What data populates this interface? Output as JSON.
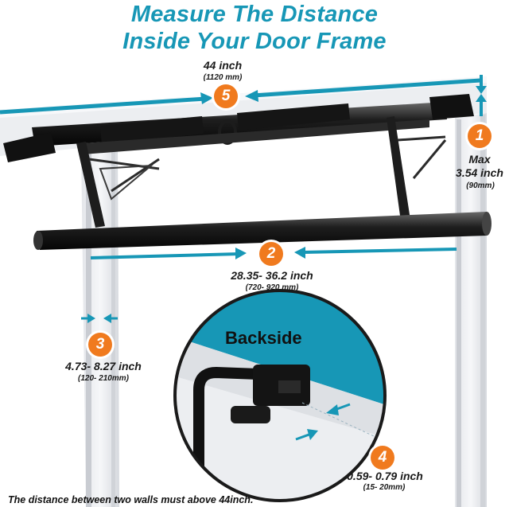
{
  "header": {
    "line1": "Measure The Distance",
    "line2": "Inside Your Door Frame"
  },
  "measurements": [
    {
      "number": "1",
      "line1": "Max",
      "line2": "3.54 inch",
      "metric": "(90mm)"
    },
    {
      "number": "2",
      "imperial": "28.35- 36.2 inch",
      "metric": "(720- 920 mm)"
    },
    {
      "number": "3",
      "imperial": "4.73- 8.27 inch",
      "metric": "(120- 210mm)"
    },
    {
      "number": "4",
      "imperial": "0.59- 0.79 inch",
      "metric": "(15- 20mm)"
    },
    {
      "number": "5",
      "imperial": "44 inch",
      "metric": "(1120 mm)"
    }
  ],
  "inset": {
    "label": "Backside"
  },
  "footer": {
    "note": "The distance between two walls must above 44inch."
  },
  "colors": {
    "accent": "#1797b6",
    "badge": "#f07a1e",
    "text": "#1a1a1a"
  }
}
